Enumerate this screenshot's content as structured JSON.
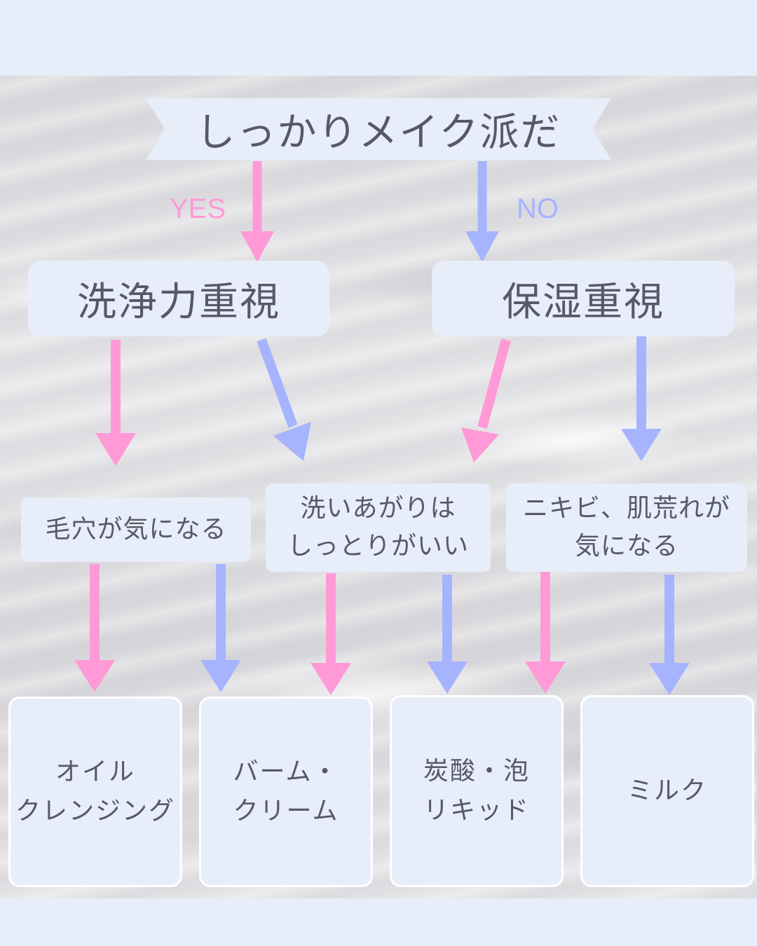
{
  "root": "しっかりメイク派だ",
  "branches": {
    "yes": "YES",
    "no": "NO"
  },
  "level2": {
    "left": "洗浄力重視",
    "right": "保湿重視"
  },
  "level3": {
    "a": "毛穴が気になる",
    "b": "洗いあがりは\nしっとりがいい",
    "c": "ニキビ、肌荒れが\n気になる"
  },
  "results": {
    "oil": "オイル\nクレンジング",
    "balm": "バーム・\nクリーム",
    "carbonic": "炭酸・泡\nリキッド",
    "milk": "ミルク"
  },
  "colors": {
    "yes": "#ff9ad6",
    "no": "#a6b3ff",
    "box": "#e7eefa",
    "text": "#555a66"
  }
}
